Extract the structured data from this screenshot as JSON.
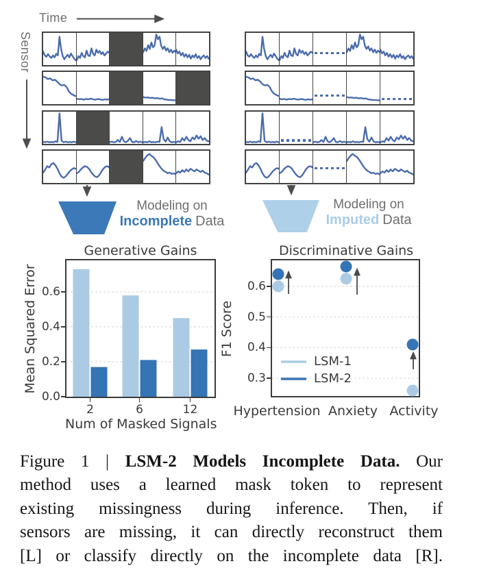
{
  "palette": {
    "light_blue": "#abcbe4",
    "dark_blue": "#3574b5",
    "signal_blue": "#4a6cac",
    "mask_gray": "#4b4b49",
    "label_gray": "#6e6e6e",
    "axis_dark": "#3a3a3a",
    "arrow_gray": "#4d4d4d"
  },
  "diagram": {
    "time_label": "Time",
    "sensor_label": "Sensor",
    "signal_color": "#4a6cac",
    "mask_color": "#4b4b49",
    "waves": {
      "r1c1": [
        0.42,
        0.3,
        0.26,
        0.34,
        0.27,
        0.22,
        0.3,
        0.24,
        0.35,
        0.3,
        0.88,
        0.5,
        0.28,
        0.18,
        0.26,
        0.32,
        0.24,
        0.36,
        0.28,
        0.2,
        0.15
      ],
      "r1c2": [
        0.15,
        0.28,
        0.22,
        0.38,
        0.28,
        0.24,
        0.45,
        0.3,
        0.28,
        0.52,
        0.35,
        0.3,
        0.48,
        0.38,
        0.44,
        0.34,
        0.4,
        0.3,
        0.36,
        0.42,
        0.38
      ],
      "r1c4": [
        0.4,
        0.52,
        0.44,
        0.62,
        0.5,
        0.7,
        0.55,
        0.62,
        0.95,
        0.8,
        0.88,
        0.6,
        0.5,
        0.58,
        0.45,
        0.52,
        0.4,
        0.48,
        0.38,
        0.45,
        0.4
      ],
      "r1c5": [
        0.48,
        0.36,
        0.42,
        0.3,
        0.38,
        0.26,
        0.34,
        0.24,
        0.32,
        0.2,
        0.3,
        0.24,
        0.34,
        0.22,
        0.28,
        0.18,
        0.26,
        0.3,
        0.22,
        0.28,
        0.2
      ],
      "r2c1": [
        0.85,
        0.83,
        0.78,
        0.8,
        0.74,
        0.76,
        0.7,
        0.62,
        0.58,
        0.6,
        0.54,
        0.4,
        0.32,
        0.28,
        0.25
      ],
      "r2c2": [
        0.17,
        0.15,
        0.16,
        0.14,
        0.16,
        0.15,
        0.17,
        0.15,
        0.14,
        0.16,
        0.15,
        0.13,
        0.15,
        0.14,
        0.15
      ],
      "r2c4": [
        0.22,
        0.2,
        0.21,
        0.19,
        0.2,
        0.18,
        0.19,
        0.17,
        0.18,
        0.15,
        0.14,
        0.13,
        0.13,
        0.12,
        0.12
      ],
      "r3c1": [
        0.06,
        0.05,
        0.07,
        0.05,
        0.06,
        0.05,
        0.08,
        0.06,
        0.95,
        0.1,
        0.05,
        0.07,
        0.05,
        0.06,
        0.05,
        0.07,
        0.05
      ],
      "r3c3": [
        0.05,
        0.07,
        0.05,
        0.06,
        0.12,
        0.06,
        0.22,
        0.08,
        0.05,
        0.1,
        0.18,
        0.06,
        0.05,
        0.09,
        0.05,
        0.07,
        0.05
      ],
      "r3c4": [
        0.05,
        0.06,
        0.05,
        0.08,
        0.05,
        0.06,
        0.05,
        0.07,
        0.06,
        0.52,
        0.15,
        0.07,
        0.2,
        0.08,
        0.05,
        0.06,
        0.05
      ],
      "r3c5": [
        0.05,
        0.08,
        0.06,
        0.18,
        0.1,
        0.22,
        0.12,
        0.08,
        0.2,
        0.14,
        0.26,
        0.16,
        0.24,
        0.12,
        0.18,
        0.1,
        0.08
      ],
      "r4c1": [
        0.32,
        0.42,
        0.52,
        0.48,
        0.58,
        0.62,
        0.55,
        0.44,
        0.3,
        0.2,
        0.16,
        0.2,
        0.28,
        0.36,
        0.42,
        0.46,
        0.44
      ],
      "r4c2": [
        0.3,
        0.34,
        0.42,
        0.48,
        0.52,
        0.5,
        0.44,
        0.34,
        0.26,
        0.2,
        0.18,
        0.24,
        0.34,
        0.44,
        0.5,
        0.52,
        0.48
      ],
      "r4c4": [
        0.68,
        0.78,
        0.86,
        0.9,
        0.84,
        0.8,
        0.72,
        0.62,
        0.52,
        0.44,
        0.38,
        0.34,
        0.3,
        0.32,
        0.28,
        0.3,
        0.26
      ],
      "r4c5": [
        0.3,
        0.36,
        0.32,
        0.4,
        0.34,
        0.42,
        0.36,
        0.44,
        0.4,
        0.36,
        0.42,
        0.38,
        0.34,
        0.38,
        0.32,
        0.3,
        0.26
      ]
    },
    "left_grid": {
      "description": "observed sensor data with missing (masked) segments",
      "rows": [
        {
          "cells": [
            {
              "type": "signal",
              "wave": "r1c1"
            },
            {
              "type": "signal",
              "wave": "r1c2"
            },
            {
              "type": "mask"
            },
            {
              "type": "signal",
              "wave": "r1c4"
            },
            {
              "type": "signal",
              "wave": "r1c5"
            }
          ]
        },
        {
          "cells": [
            {
              "type": "signal",
              "wave": "r2c1"
            },
            {
              "type": "signal",
              "wave": "r2c2"
            },
            {
              "type": "mask"
            },
            {
              "type": "signal",
              "wave": "r2c4"
            },
            {
              "type": "mask"
            }
          ]
        },
        {
          "cells": [
            {
              "type": "signal",
              "wave": "r3c1"
            },
            {
              "type": "mask"
            },
            {
              "type": "signal",
              "wave": "r3c3"
            },
            {
              "type": "signal",
              "wave": "r3c4"
            },
            {
              "type": "signal",
              "wave": "r3c5"
            }
          ]
        },
        {
          "cells": [
            {
              "type": "signal",
              "wave": "r4c1"
            },
            {
              "type": "signal",
              "wave": "r4c2"
            },
            {
              "type": "mask"
            },
            {
              "type": "signal",
              "wave": "r4c4"
            },
            {
              "type": "signal",
              "wave": "r4c5"
            }
          ]
        }
      ]
    },
    "right_grid": {
      "description": "sensor data with missing segments imputed (dotted)",
      "rows": [
        {
          "cells": [
            {
              "type": "signal",
              "wave": "r1c1"
            },
            {
              "type": "signal",
              "wave": "r1c2"
            },
            {
              "type": "dotted",
              "level": 0.63
            },
            {
              "type": "signal",
              "wave": "r1c4"
            },
            {
              "type": "signal",
              "wave": "r1c5"
            }
          ]
        },
        {
          "cells": [
            {
              "type": "signal",
              "wave": "r2c1"
            },
            {
              "type": "signal",
              "wave": "r2c2"
            },
            {
              "type": "dotted",
              "level": 0.74
            },
            {
              "type": "signal",
              "wave": "r2c4"
            },
            {
              "type": "dotted",
              "level": 0.85
            }
          ]
        },
        {
          "cells": [
            {
              "type": "signal",
              "wave": "r3c1"
            },
            {
              "type": "dotted",
              "level": 0.9
            },
            {
              "type": "signal",
              "wave": "r3c3"
            },
            {
              "type": "signal",
              "wave": "r3c4"
            },
            {
              "type": "signal",
              "wave": "r3c5"
            }
          ]
        },
        {
          "cells": [
            {
              "type": "signal",
              "wave": "r4c1"
            },
            {
              "type": "signal",
              "wave": "r4c2"
            },
            {
              "type": "dotted",
              "level": 0.55
            },
            {
              "type": "signal",
              "wave": "r4c4"
            },
            {
              "type": "signal",
              "wave": "r4c5"
            }
          ]
        }
      ]
    },
    "left_funnel": {
      "color": "#3c79b8",
      "line1": "Modeling on",
      "highlight": "Incomplete",
      "highlight_color": "#3b78b7",
      "suffix": "Data"
    },
    "right_funnel": {
      "color": "#aed0e9",
      "line1": "Modeling on",
      "highlight": "Imputed",
      "highlight_color": "#a9cce7",
      "suffix": "Data"
    }
  },
  "chart_data": [
    {
      "type": "bar",
      "title": "Generative Gains",
      "xlabel": "Num of Masked Signals",
      "ylabel": "Mean Squared Error",
      "categories": [
        "2",
        "6",
        "12"
      ],
      "series": [
        {
          "name": "LSM-1",
          "color": "#abcbe4",
          "values": [
            0.73,
            0.58,
            0.45
          ]
        },
        {
          "name": "LSM-2",
          "color": "#3574b5",
          "values": [
            0.17,
            0.21,
            0.27
          ]
        }
      ],
      "yticks": [
        0.0,
        0.2,
        0.4,
        0.6
      ],
      "ylim": [
        0,
        0.78
      ],
      "grid": "dashed-horizontal"
    },
    {
      "type": "scatter",
      "title": "Discriminative Gains",
      "xlabel": "",
      "ylabel": "F1 Score",
      "categories": [
        "Hypertension",
        "Anxiety",
        "Activity"
      ],
      "series": [
        {
          "name": "LSM-1",
          "color": "#abcbe4",
          "values": [
            0.6,
            0.625,
            0.26
          ]
        },
        {
          "name": "LSM-2",
          "color": "#3574b5",
          "values": [
            0.64,
            0.665,
            0.41
          ]
        }
      ],
      "yticks": [
        0.3,
        0.4,
        0.5,
        0.6
      ],
      "ylim": [
        0.24,
        0.69
      ],
      "legend": {
        "position": "lower-left",
        "entries": [
          "LSM-1",
          "LSM-2"
        ]
      },
      "annotation": "up arrow from LSM-1 toward LSM-2 at each category",
      "grid": "dashed-horizontal"
    }
  ],
  "caption": {
    "lines": [
      [
        {
          "text": "Figure 1 | "
        },
        {
          "text": "LSM-2 Models Incomplete Data.",
          "bold": true
        },
        {
          "text": " Our"
        }
      ],
      [
        {
          "text": "method uses a learned mask token to represent"
        }
      ],
      [
        {
          "text": "existing missingness during inference.  Then, if"
        }
      ],
      [
        {
          "text": "sensors are missing, it can directly reconstruct them"
        }
      ],
      [
        {
          "text": "[L] or classify directly on the incomplete data [R]."
        }
      ]
    ]
  }
}
